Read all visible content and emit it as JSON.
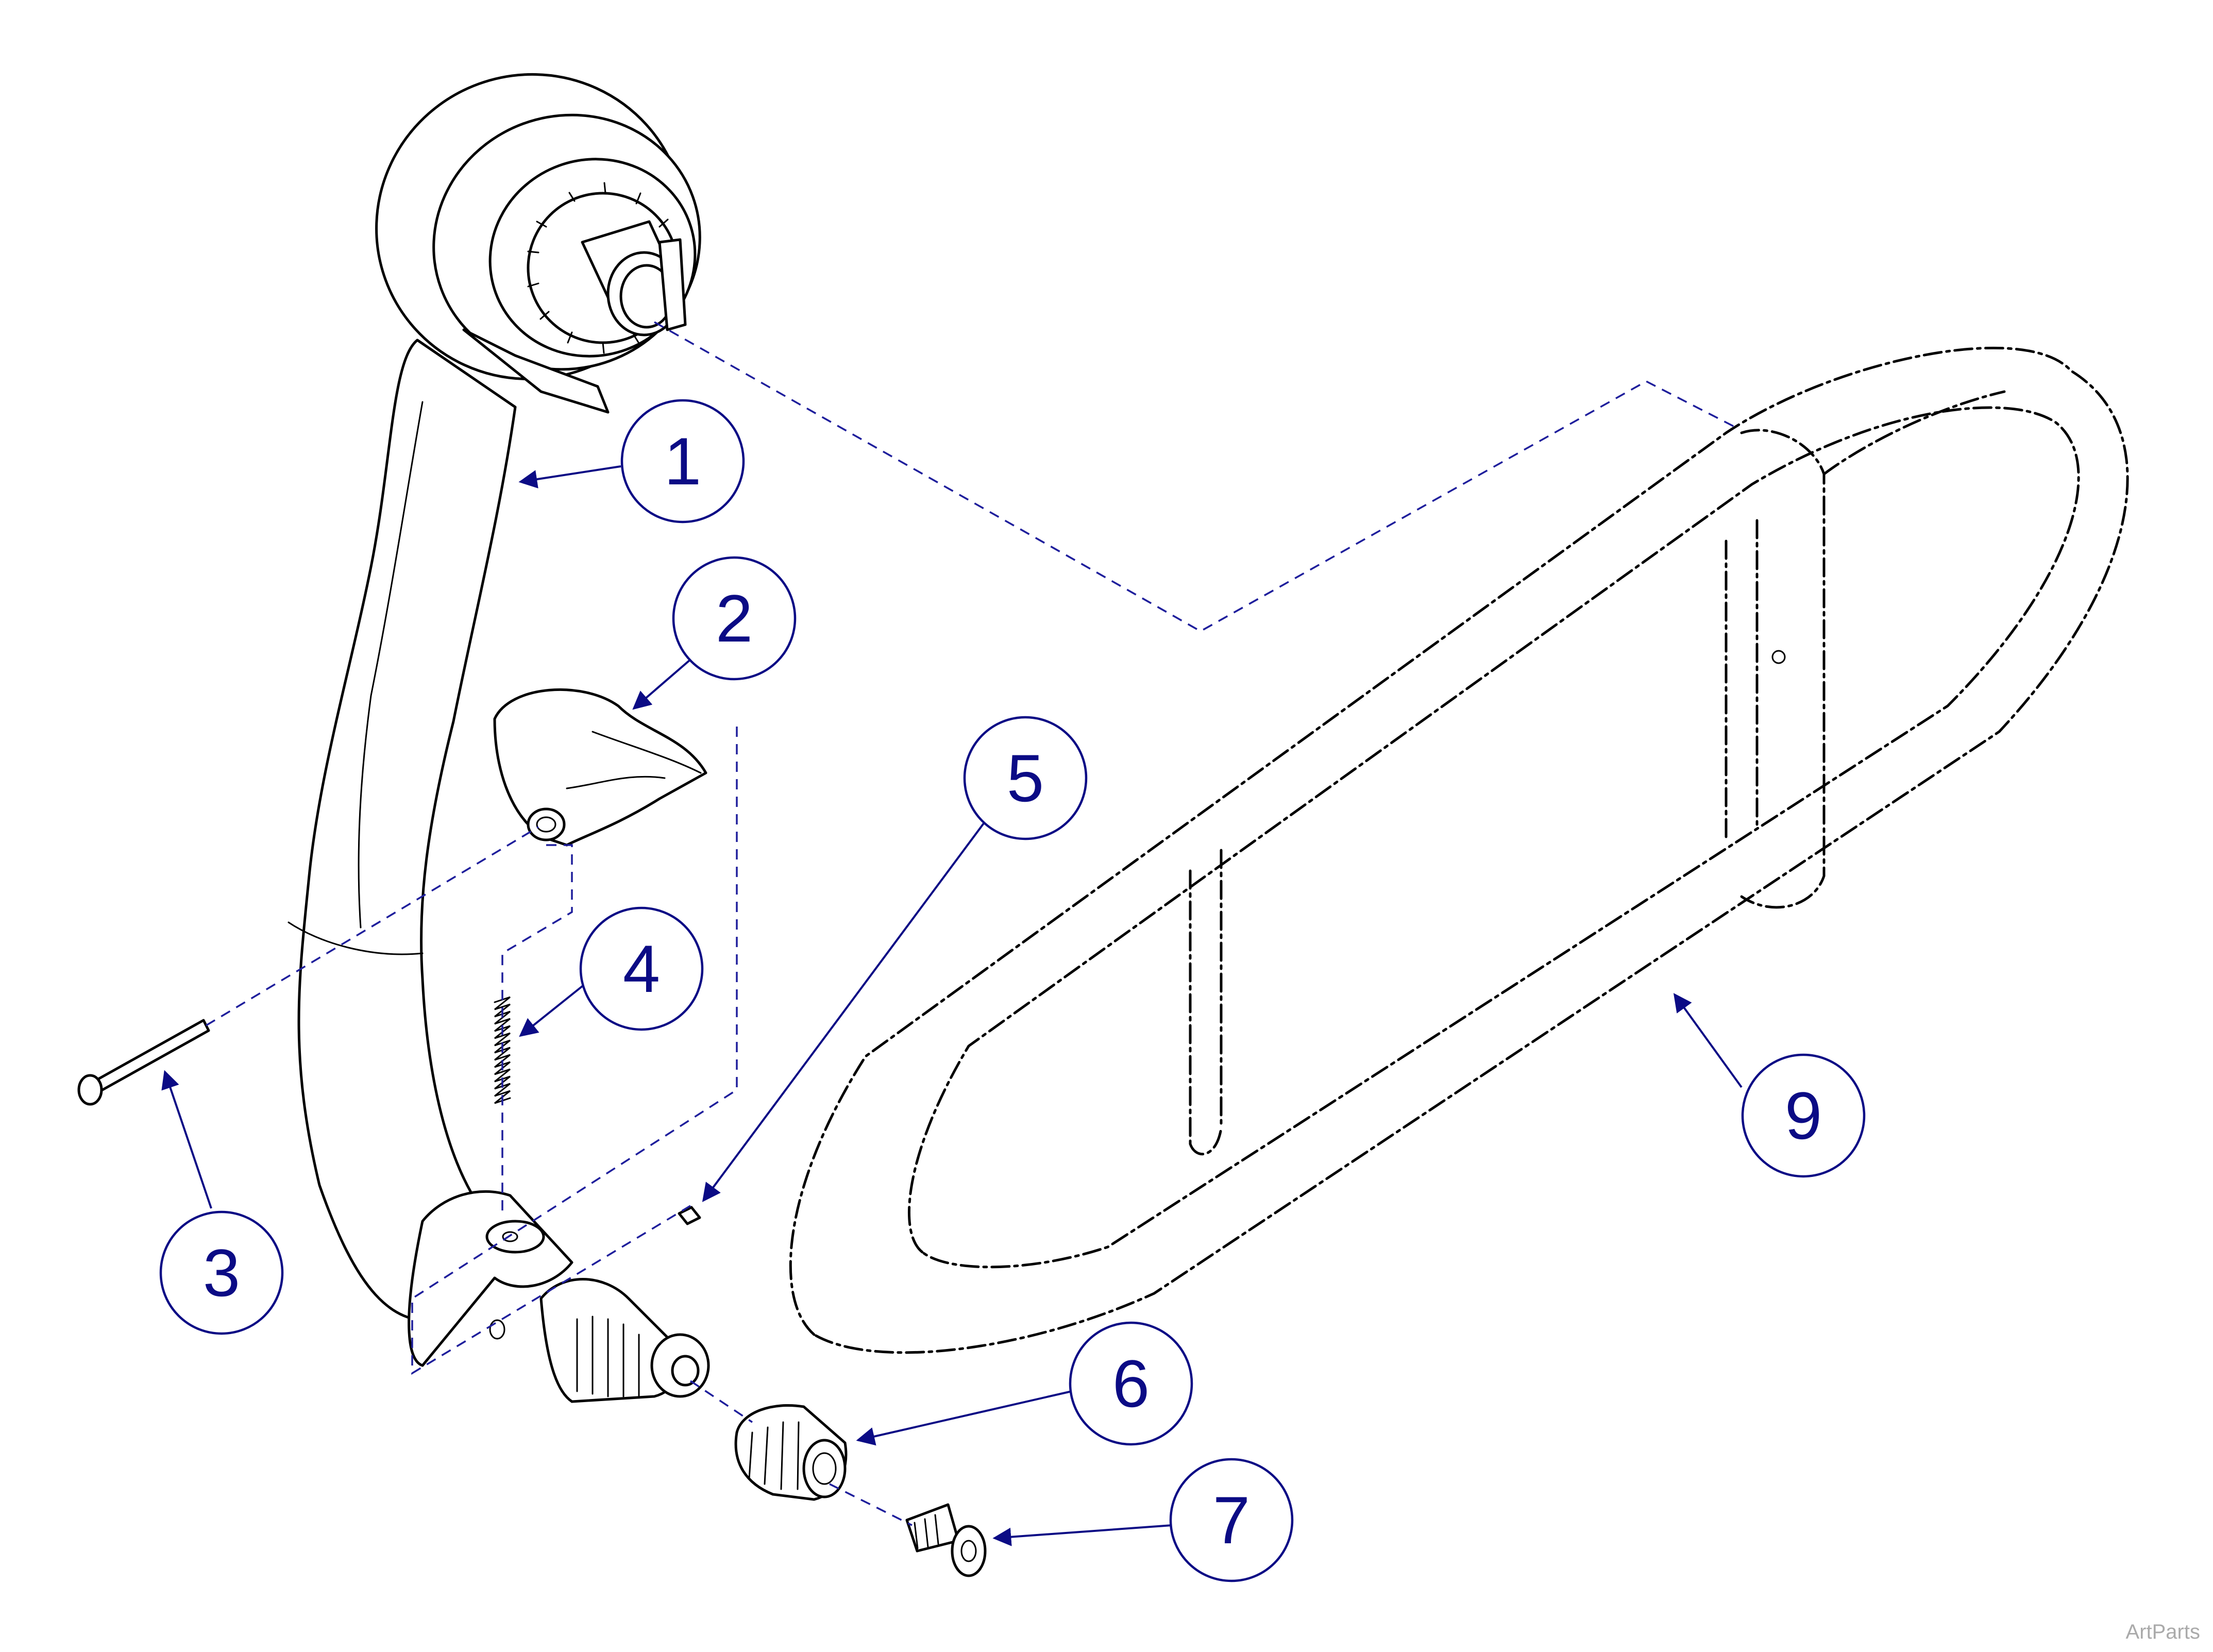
{
  "figure": {
    "watermark": "ArtParts"
  },
  "callouts": [
    {
      "id": "callout-1",
      "label": "1"
    },
    {
      "id": "callout-2",
      "label": "2"
    },
    {
      "id": "callout-3",
      "label": "3"
    },
    {
      "id": "callout-4",
      "label": "4"
    },
    {
      "id": "callout-5",
      "label": "5"
    },
    {
      "id": "callout-6",
      "label": "6"
    },
    {
      "id": "callout-7",
      "label": "7"
    },
    {
      "id": "callout-9",
      "label": "9"
    }
  ],
  "colors": {
    "callout": "#0b0b85",
    "line_art": "#000000",
    "background": "#ffffff",
    "watermark": "#aaaaaa"
  }
}
